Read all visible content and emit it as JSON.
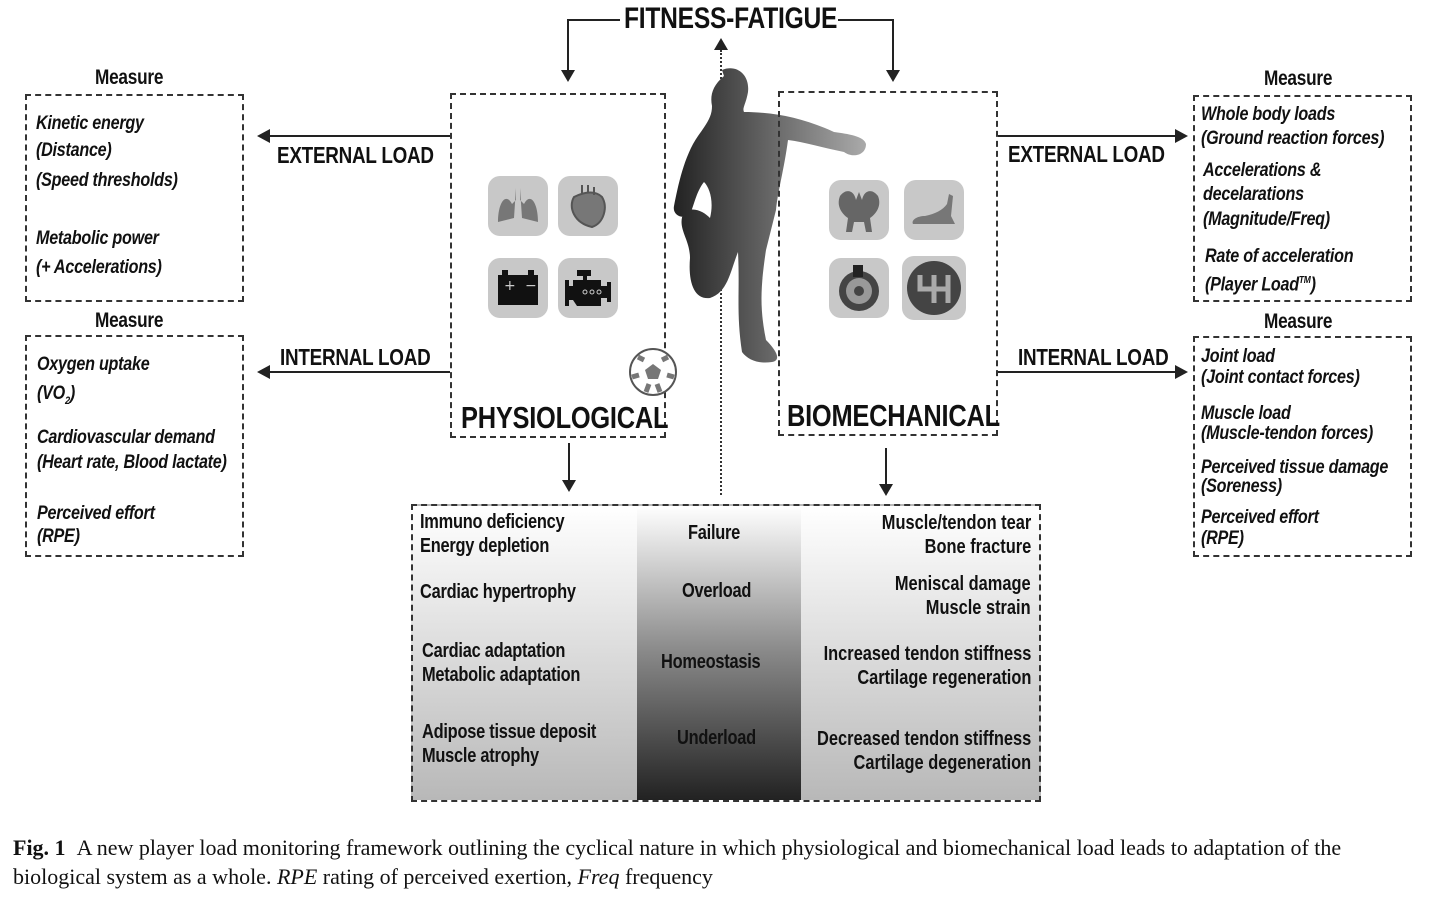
{
  "title": "FITNESS-FATIGUE",
  "left": {
    "external": {
      "measure": "Measure",
      "load": "EXTERNAL LOAD",
      "items": [
        "Kinetic energy",
        "(Distance)",
        "(Speed thresholds)",
        "Metabolic power",
        "(+ Accelerations)"
      ]
    },
    "internal": {
      "measure": "Measure",
      "load": "INTERNAL LOAD",
      "items": [
        "Oxygen uptake",
        "(VO",
        "2",
        ")",
        "Cardiovascular demand",
        "(Heart rate, Blood lactate)",
        "Perceived effort",
        "(RPE)"
      ]
    }
  },
  "right": {
    "external": {
      "measure": "Measure",
      "load": "EXTERNAL LOAD",
      "items": [
        "Whole body loads",
        "(Ground reaction forces)",
        "Accelerations &",
        "decelarations",
        "(Magnitude/Freq)",
        "Rate of acceleration",
        "(Player Load",
        "TM",
        ")"
      ]
    },
    "internal": {
      "measure": "Measure",
      "load": "INTERNAL LOAD",
      "items": [
        "Joint load",
        "(Joint contact forces)",
        "Muscle load",
        "(Muscle-tendon forces)",
        "Perceived tissue damage",
        "(Soreness)",
        "Perceived effort",
        "(RPE)"
      ]
    }
  },
  "physiological": {
    "label": "PHYSIOLOGICAL",
    "icons": [
      "lungs-icon",
      "heart-icon",
      "battery-icon",
      "engine-icon"
    ]
  },
  "biomechanical": {
    "label": "BIOMECHANICAL",
    "icons": [
      "pelvis-icon",
      "foot-icon",
      "brake-disc-icon",
      "gear-shift-icon"
    ]
  },
  "outcomes": {
    "levels": [
      "Failure",
      "Overload",
      "Homeostasis",
      "Underload"
    ],
    "physiological": [
      [
        "Immuno deficiency",
        "Energy depletion"
      ],
      [
        "Cardiac hypertrophy"
      ],
      [
        "Cardiac adaptation",
        "Metabolic adaptation"
      ],
      [
        "Adipose tissue deposit",
        "Muscle atrophy"
      ]
    ],
    "biomechanical": [
      [
        "Muscle/tendon tear",
        "Bone fracture"
      ],
      [
        "Meniscal damage",
        "Muscle strain"
      ],
      [
        "Increased tendon stiffness",
        "Cartilage regeneration"
      ],
      [
        "Decreased tendon stiffness",
        "Cartilage degeneration"
      ]
    ]
  },
  "caption": {
    "label": "Fig. 1",
    "text1": "A new player load monitoring framework outlining the cyclical nature in which physiological and biomechanical load leads to adaptation of the biological system as a whole. ",
    "rpe": "RPE",
    "text2": " rating of perceived exertion, ",
    "freq": "Freq",
    "text3": " frequency"
  }
}
